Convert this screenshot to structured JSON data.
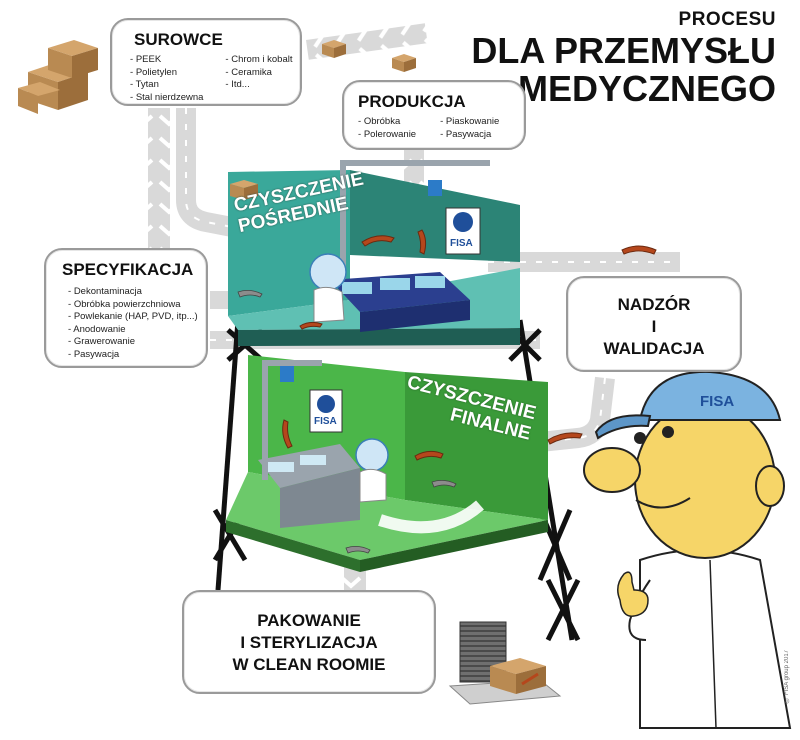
{
  "title": {
    "line1": "PROCESU",
    "line2": "DLA PRZEMYSŁU",
    "line3": "MEDYCZNEGO"
  },
  "surowce": {
    "heading": "SUROWCE",
    "col1": [
      "PEEK",
      "Polietylen",
      "Tytan",
      "Stal nierdzewna"
    ],
    "col2": [
      "Chrom i kobalt",
      "Ceramika",
      "Itd..."
    ]
  },
  "produkcja": {
    "heading": "PRODUKCJA",
    "col1": [
      "Obróbka",
      "Polerowanie"
    ],
    "col2": [
      "Piaskowanie",
      "Pasywacja"
    ]
  },
  "specyfikacja": {
    "heading": "SPECYFIKACJA",
    "items": [
      "Dekontaminacja",
      "Obróbka powierzchniowa",
      "Powlekanie (HAP, PVD, itp...)",
      "Anodowanie",
      "Grawerowanie",
      "Pasywacja"
    ]
  },
  "nadzor": {
    "line1": "NADZÓR",
    "line2": "I",
    "line3": "WALIDACJA"
  },
  "pakowanie": {
    "line1": "PAKOWANIE",
    "line2": "I STERYLIZACJA",
    "line3": "W CLEAN ROOMIE"
  },
  "levels": {
    "upper_line1": "CZYSZCZENIE",
    "upper_line2": "POŚREDNIE",
    "lower_line1": "CZYSZCZENIE",
    "lower_line2": "FINALNE"
  },
  "logo_text": "FISA",
  "copyright": "© FISA group 2017",
  "colors": {
    "upper_level": "#3aa89a",
    "upper_level_dark": "#2c8476",
    "lower_level": "#4bb649",
    "lower_level_dark": "#3a9a39",
    "conveyor": "#d9d9d9",
    "chevron": "#ffffff",
    "box_border": "#9a9a9a",
    "cardboard": "#b98a52",
    "skin": "#f6d568",
    "cap": "#7bb3e0",
    "machine": "#9aa4ad"
  }
}
